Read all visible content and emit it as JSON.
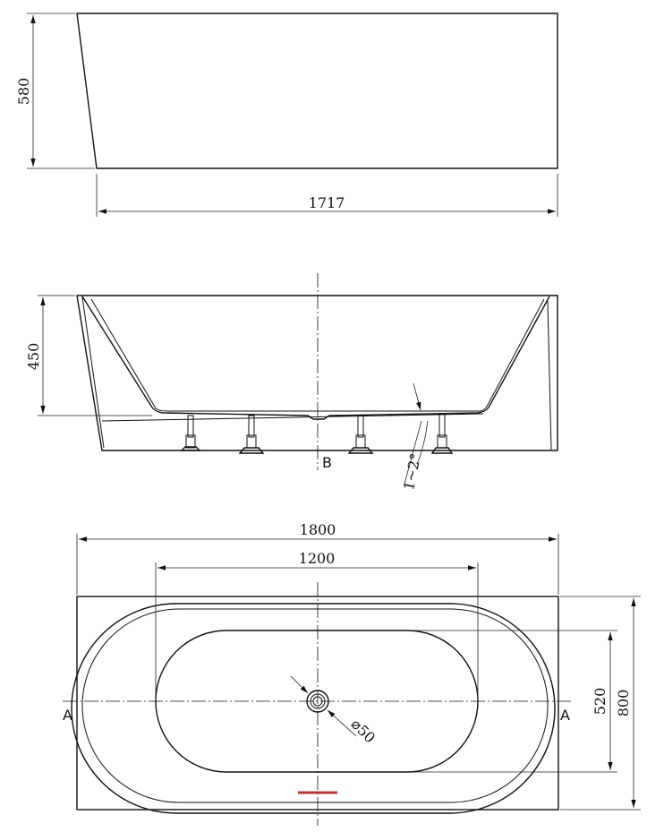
{
  "dimensions": {
    "top_height": "580",
    "top_length": "1717",
    "front_height": "450",
    "slope_angle": "1~2°",
    "plan_length": "1800",
    "inner_length": "1200",
    "inner_width": "520",
    "outer_width": "800",
    "drain_diameter": "⌀50"
  },
  "labels": {
    "section_b": "B",
    "section_a_left": "A",
    "section_a_right": "A"
  },
  "colors": {
    "line": "#111111",
    "overflow_marker": "#b0392b"
  }
}
